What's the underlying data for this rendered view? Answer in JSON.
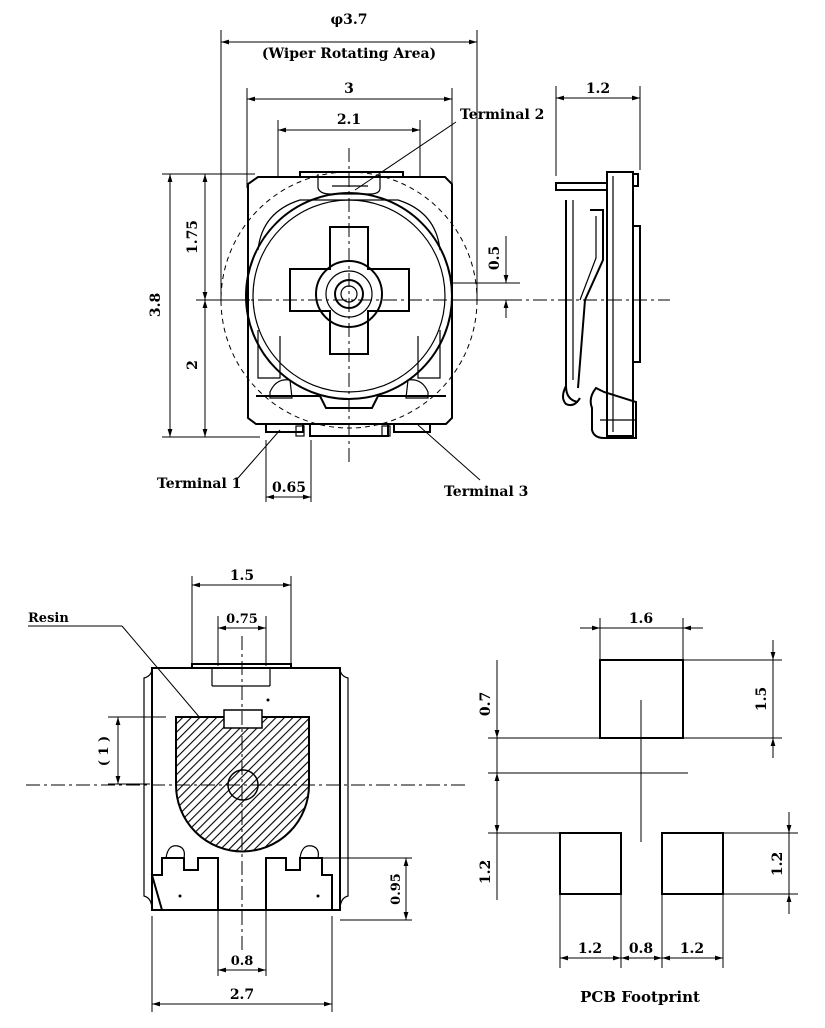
{
  "colors": {
    "ink": "#000000",
    "background": "#ffffff"
  },
  "top_view": {
    "dia_label": "φ3.7",
    "dia_sub": "(Wiper Rotating Area)",
    "dim_3": "3",
    "dim_2_1": "2.1",
    "terminal_2": "Terminal 2",
    "dim_1_75": "1.75",
    "dim_3_8": "3.8",
    "dim_2": "2",
    "dim_0_5": "0.5",
    "terminal_1": "Terminal  1",
    "dim_0_65": "0.65",
    "terminal_3": "Terminal  3"
  },
  "side_view": {
    "dim_1_2": "1.2"
  },
  "bottom_view": {
    "dim_1_5": "1.5",
    "resin": "Resin",
    "dim_0_75": "0.75",
    "dim_1": "( 1 )",
    "dim_0_95": "0.95",
    "dim_0_8": "0.8",
    "dim_2_7": "2.7"
  },
  "pcb_footprint": {
    "dim_1_6": "1.6",
    "dim_1_5": "1.5",
    "dim_0_7": "0.7",
    "dim_1_2_left": "1.2",
    "dim_1_2_right": "1.2",
    "dim_1_2_bottom_a": "1.2",
    "dim_0_8": "0.8",
    "dim_1_2_bottom_b": "1.2",
    "title": "PCB Footprint"
  }
}
